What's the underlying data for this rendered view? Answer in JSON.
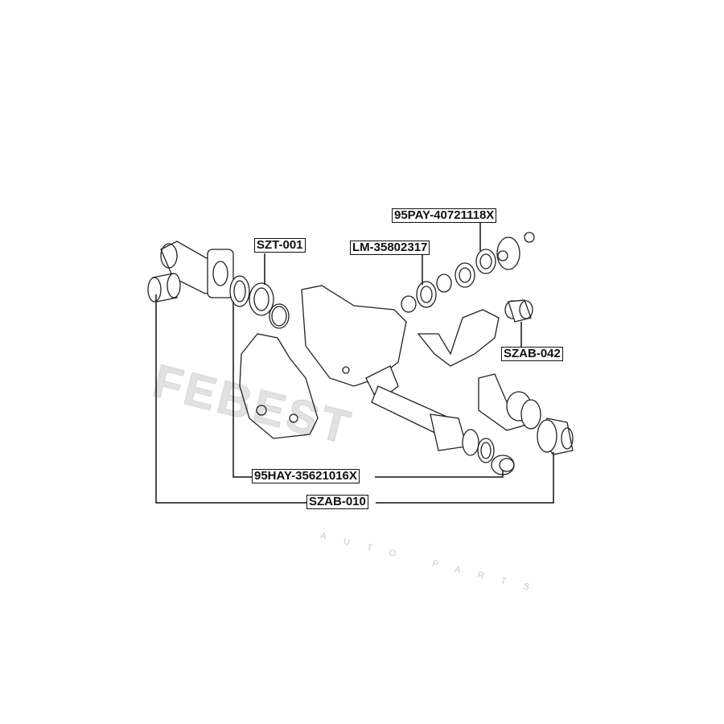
{
  "watermark": {
    "brand": "FEBEST",
    "tagline": "AUTO PARTS"
  },
  "labels": {
    "bearing_hub": "95PAY-40721118X",
    "bearing_lm": "LM-35802317",
    "seal": "SZT-001",
    "bushing_042": "SZAB-042",
    "bearing_hay": "95HAY-35621016X",
    "bushing_010": "SZAB-010"
  }
}
